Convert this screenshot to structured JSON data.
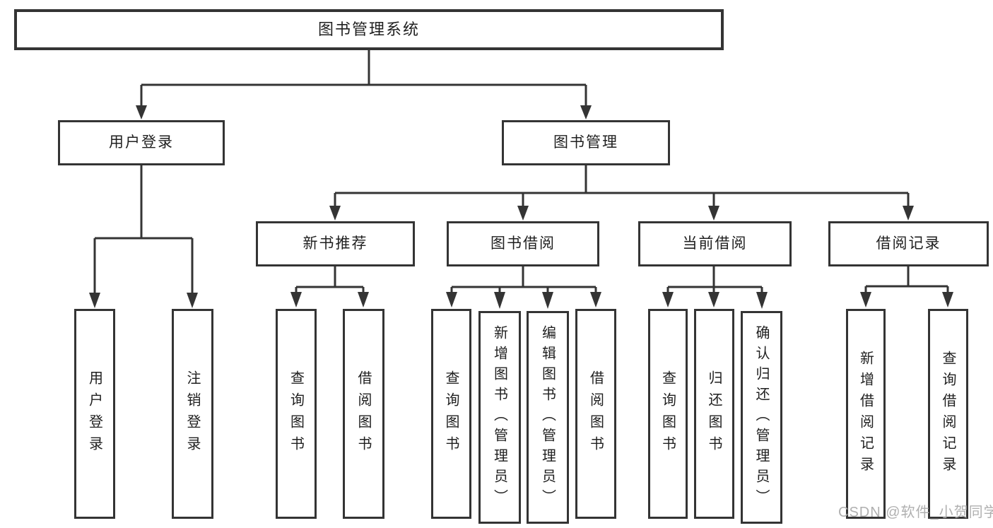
{
  "diagram": {
    "root": {
      "label": "图书管理系统"
    },
    "branches": [
      {
        "label": "用户登录",
        "children": [
          {
            "label": "用户登录"
          },
          {
            "label": "注销登录"
          }
        ]
      },
      {
        "label": "图书管理",
        "children": [
          {
            "label": "新书推荐",
            "children": [
              {
                "label": "查询图书"
              },
              {
                "label": "借阅图书"
              }
            ]
          },
          {
            "label": "图书借阅",
            "children": [
              {
                "label": "查询图书"
              },
              {
                "label": "新增图书（管理员）"
              },
              {
                "label": "编辑图书（管理员）"
              },
              {
                "label": "借阅图书"
              }
            ]
          },
          {
            "label": "当前借阅",
            "children": [
              {
                "label": "查询图书"
              },
              {
                "label": "归还图书"
              },
              {
                "label": "确认归还（管理员）"
              }
            ]
          },
          {
            "label": "借阅记录",
            "children": [
              {
                "label": "新增借阅记录"
              },
              {
                "label": "查询借阅记录"
              }
            ]
          }
        ]
      }
    ]
  },
  "watermark": {
    "text": "CSDN @软件_小贺同学"
  },
  "colors": {
    "line": "#343434",
    "text": "#1f1f1f",
    "background": "#ffffff",
    "watermark": "#acacac"
  }
}
